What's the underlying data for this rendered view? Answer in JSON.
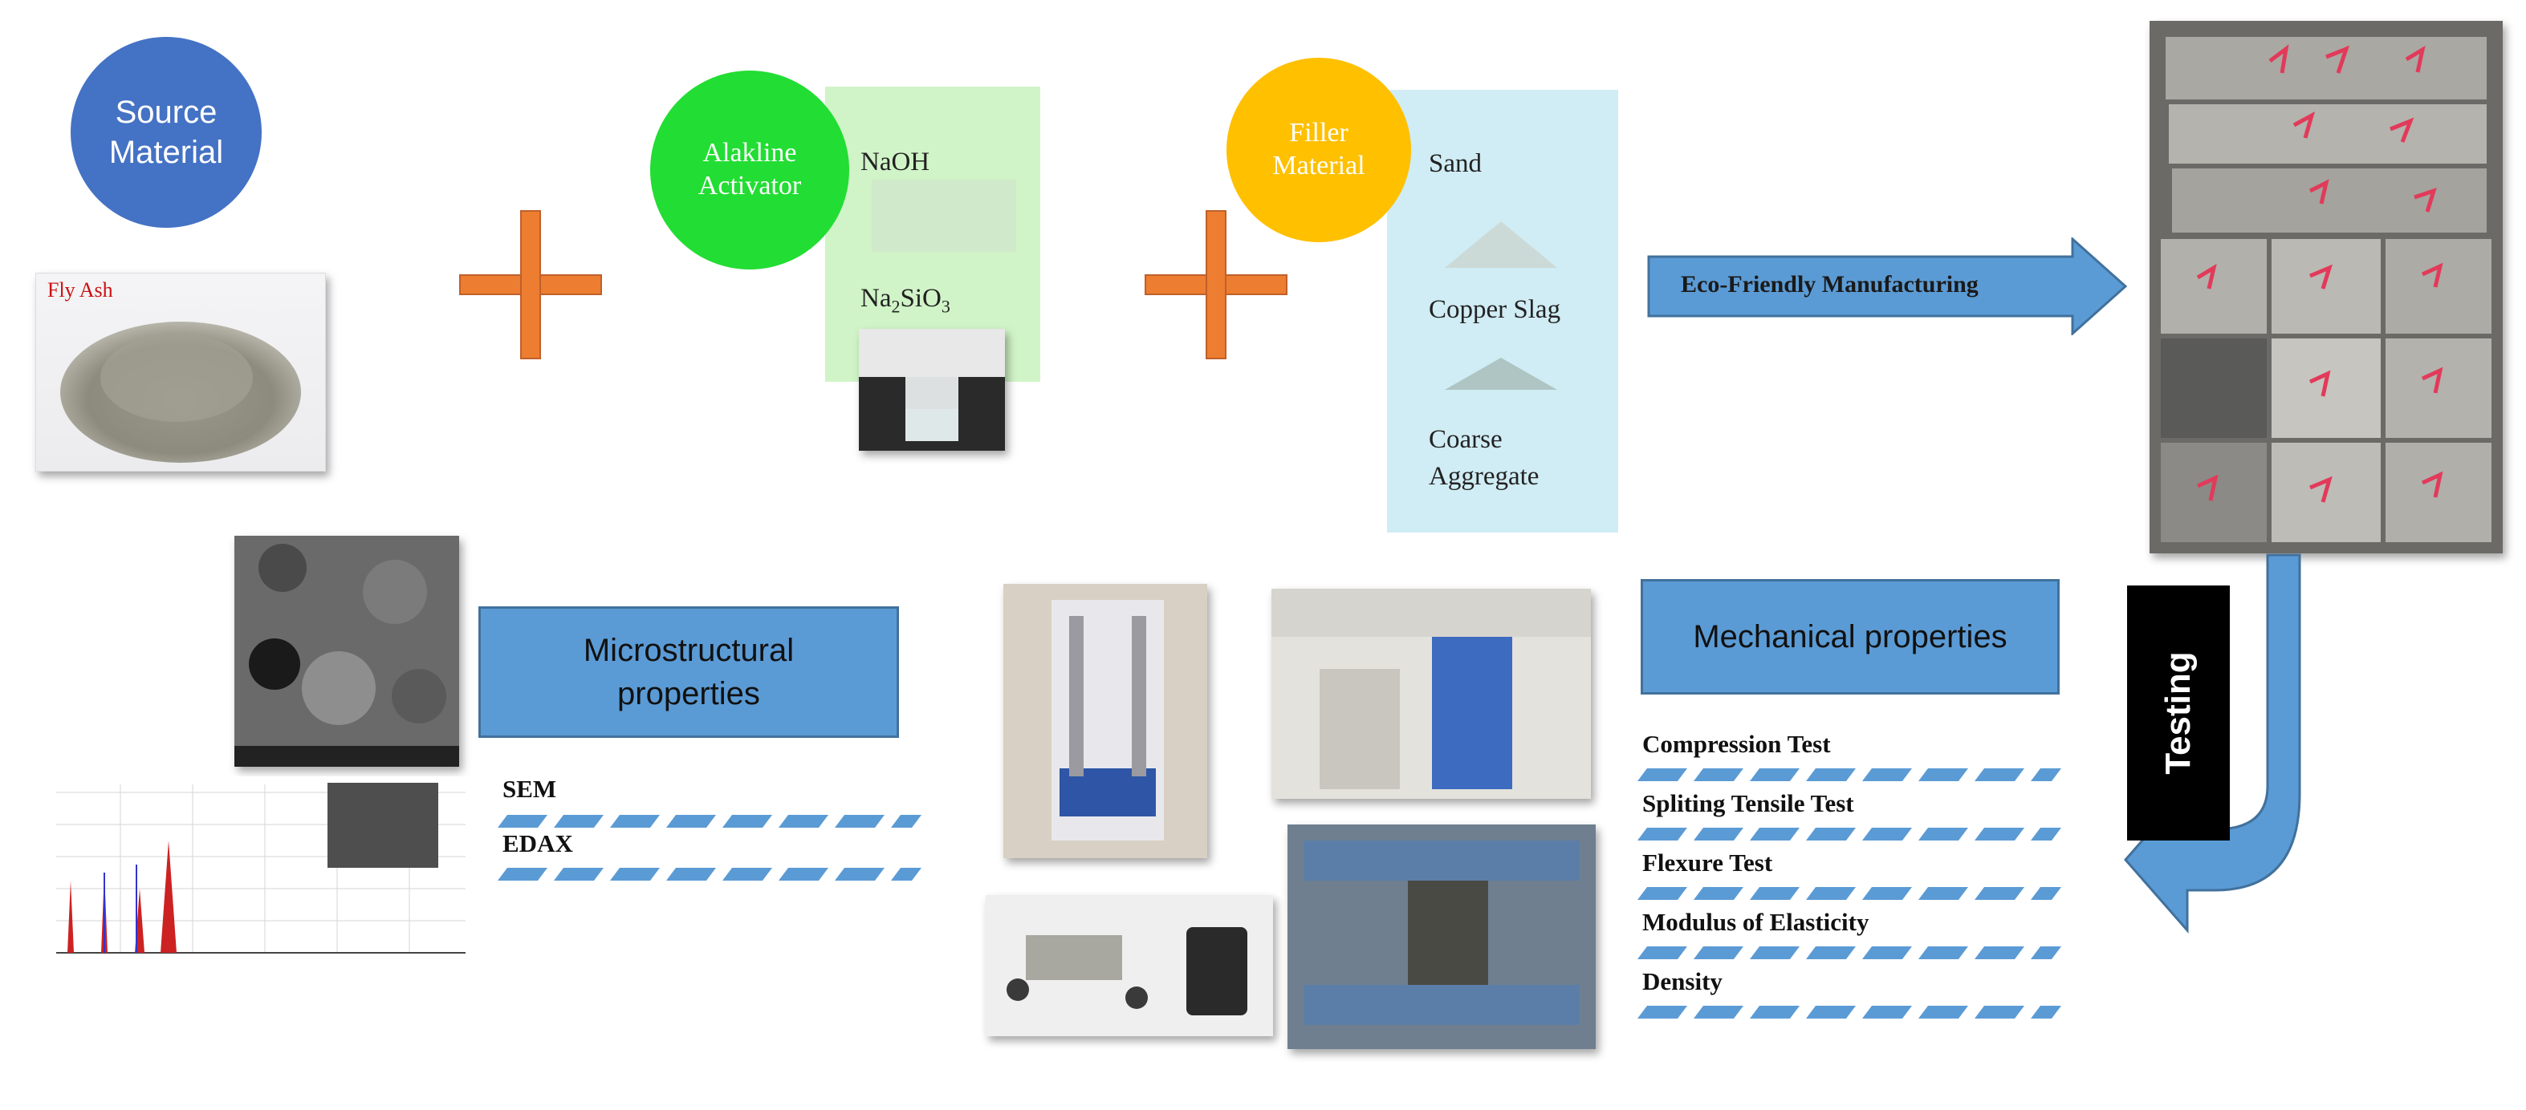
{
  "source": {
    "line1": "Source",
    "line2": "Material",
    "photo_label": "Fly Ash"
  },
  "activator": {
    "line1": "Alakline",
    "line2": "Activator",
    "item1": "NaOH",
    "item2_main": "Na",
    "item2_sub1": "2",
    "item2_mid": "SiO",
    "item2_sub2": "3"
  },
  "filler": {
    "line1": "Filler",
    "line2": "Material",
    "item1": "Sand",
    "item2": "Copper Slag",
    "item3a": "Coarse",
    "item3b": "Aggregate"
  },
  "arrow": {
    "label": "Eco-Friendly Manufacturing"
  },
  "testing": {
    "label": "Testing"
  },
  "micro": {
    "line1": "Microstructural",
    "line2": "properties",
    "tests": [
      "SEM",
      "EDAX"
    ]
  },
  "mech": {
    "title": "Mechanical properties",
    "tests": [
      "Compression Test",
      "Spliting Tensile Test",
      "Flexure Test",
      "Modulus of Elasticity",
      "Density"
    ]
  },
  "colors": {
    "blue_box": "#5b9bd5",
    "plus": "#ed7d31",
    "source": "#4472c4",
    "activator": "#22dd33",
    "filler": "#ffc000"
  }
}
